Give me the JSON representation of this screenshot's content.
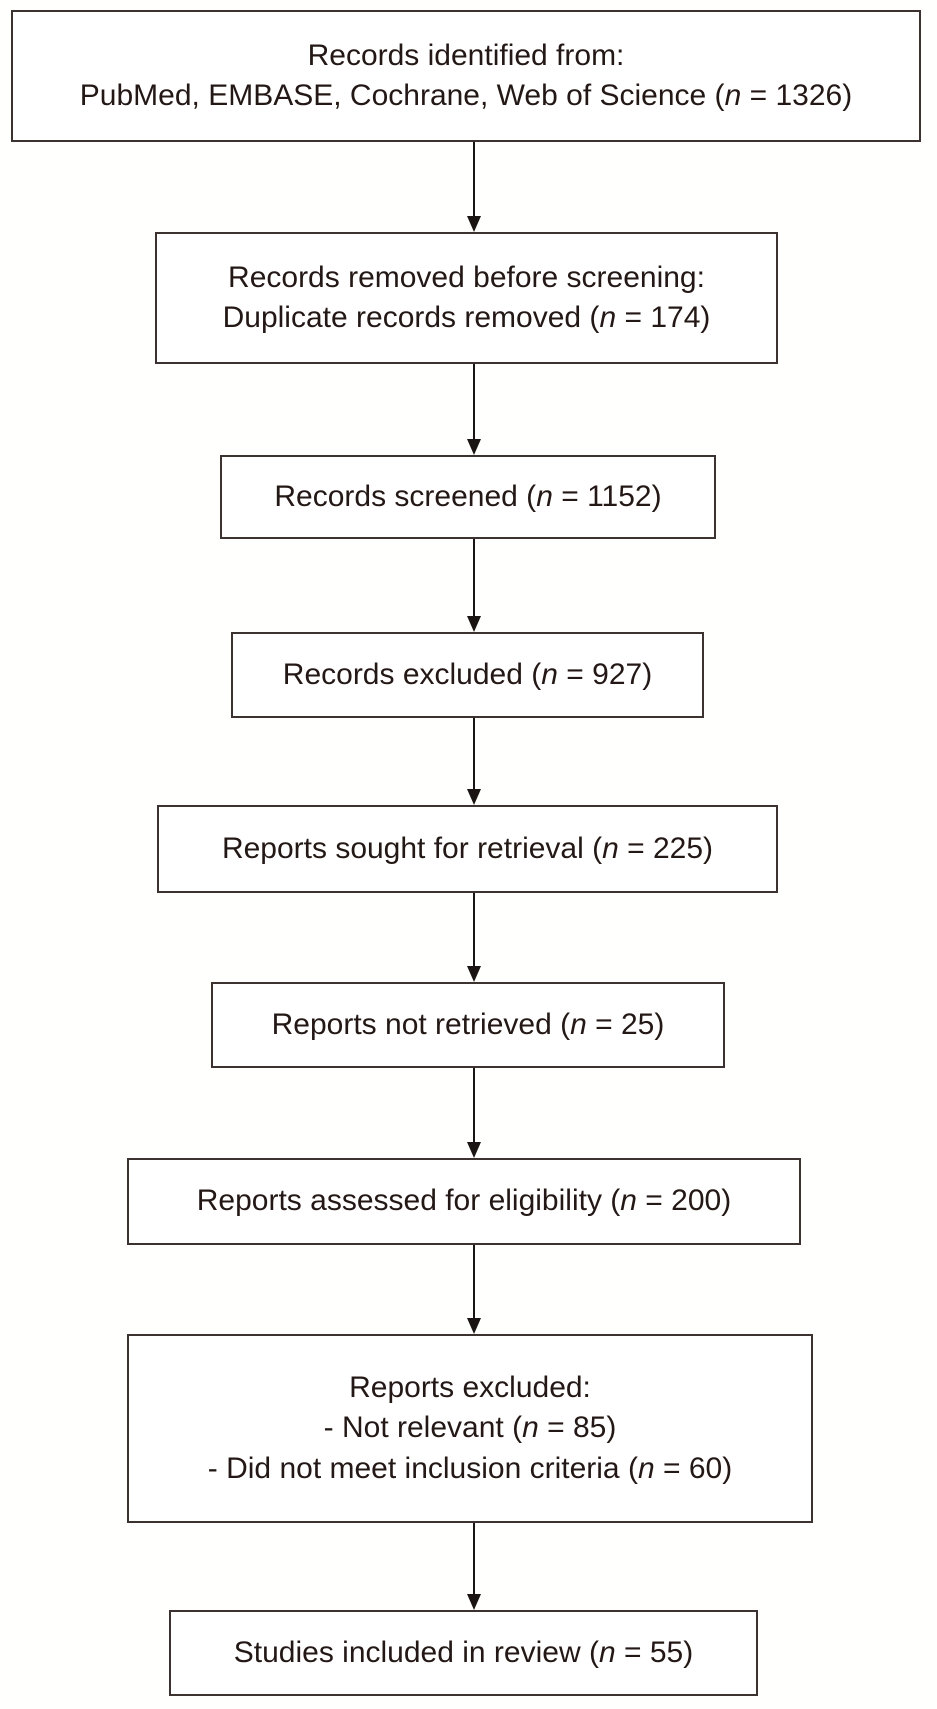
{
  "diagram": {
    "type": "prisma-flow-diagram",
    "title": "PRISMA study selection flow diagram",
    "colors": {
      "text": "#231815",
      "border": "#3c3330",
      "arrow": "#1a1412",
      "background": "#ffffff"
    },
    "nodes": [
      {
        "id": "records-identified",
        "lines": [
          {
            "text": "Records identified from:"
          },
          {
            "pre": "PubMed, EMBASE, Cochrane, Web of Science (",
            "n": "n",
            "mid": " = ",
            "value": "1326",
            "post": ")"
          }
        ]
      },
      {
        "id": "records-removed-before-screening",
        "lines": [
          {
            "text": "Records removed before screening:"
          },
          {
            "pre": "Duplicate records removed (",
            "n": "n",
            "mid": " = ",
            "value": "174",
            "post": ")"
          }
        ]
      },
      {
        "id": "records-screened",
        "lines": [
          {
            "pre": "Records screened (",
            "n": "n",
            "mid": " = ",
            "value": "1152",
            "post": ")"
          }
        ]
      },
      {
        "id": "records-excluded",
        "lines": [
          {
            "pre": "Records excluded (",
            "n": "n",
            "mid": " = ",
            "value": "927",
            "post": ")"
          }
        ]
      },
      {
        "id": "reports-sought-for-retrieval",
        "lines": [
          {
            "pre": "Reports sought for retrieval (",
            "n": "n",
            "mid": " = ",
            "value": "225",
            "post": ")"
          }
        ]
      },
      {
        "id": "reports-not-retrieved",
        "lines": [
          {
            "pre": "Reports not retrieved (",
            "n": "n",
            "mid": " = ",
            "value": "25",
            "post": ")"
          }
        ]
      },
      {
        "id": "reports-assessed-for-eligibility",
        "lines": [
          {
            "pre": "Reports assessed for eligibility (",
            "n": "n",
            "mid": " = ",
            "value": "200",
            "post": ")"
          }
        ]
      },
      {
        "id": "reports-excluded",
        "lines": [
          {
            "text": "Reports excluded:"
          },
          {
            "pre": "- Not relevant (",
            "n": "n",
            "mid": " = ",
            "value": "85",
            "post": ")"
          },
          {
            "pre": "- Did not meet inclusion criteria (",
            "n": "n",
            "mid": " = ",
            "value": "60",
            "post": ")"
          }
        ]
      },
      {
        "id": "studies-included-in-review",
        "lines": [
          {
            "pre": "Studies included in review (",
            "n": "n",
            "mid": " = ",
            "value": "55",
            "post": ")"
          }
        ]
      }
    ],
    "connectors": [
      {
        "id": "arrow-1",
        "from": "records-identified",
        "to": "records-removed-before-screening"
      },
      {
        "id": "arrow-2",
        "from": "records-removed-before-screening",
        "to": "records-screened"
      },
      {
        "id": "arrow-3",
        "from": "records-screened",
        "to": "records-excluded"
      },
      {
        "id": "arrow-4",
        "from": "records-excluded",
        "to": "reports-sought-for-retrieval"
      },
      {
        "id": "arrow-5",
        "from": "reports-sought-for-retrieval",
        "to": "reports-not-retrieved"
      },
      {
        "id": "arrow-6",
        "from": "reports-not-retrieved",
        "to": "reports-assessed-for-eligibility"
      },
      {
        "id": "arrow-7",
        "from": "reports-assessed-for-eligibility",
        "to": "reports-excluded"
      },
      {
        "id": "arrow-8",
        "from": "reports-excluded",
        "to": "studies-included-in-review"
      }
    ]
  }
}
